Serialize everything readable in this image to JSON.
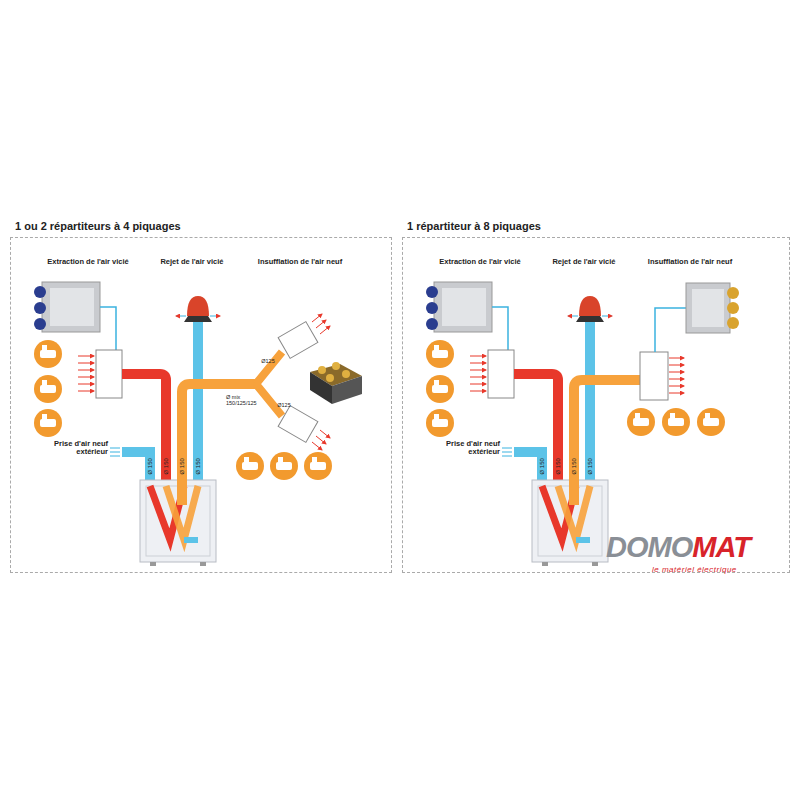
{
  "diagram": {
    "nodes": [
      {
        "text": [
          "1 ou 2 répartiteurs à 4 piquages"
        ]
      },
      {
        "text": [
          "1 répartiteur à 8 piquages"
        ]
      }
    ],
    "edges": [],
    "labels": [
      "Extraction de l'air vicié",
      "Rejet de l'air vicié",
      "Insufflation de l'air neuf",
      "Prise d'air neuf extérieur",
      "Ø 150",
      "Ø 150",
      "Ø 150",
      "Ø 150",
      "Ø125",
      "Ø mix 150/125/125",
      "Ø125",
      "Extraction de l'air vicié",
      "Rejet de l'air vicié",
      "Insufflation de l'air neuf",
      "Prise d'air neuf extérieur",
      "Ø 150",
      "Ø 150",
      "Ø 150",
      "Ø 150",
      "DOMO",
      "MAT",
      "le matériel électrique"
    ]
  }
}
